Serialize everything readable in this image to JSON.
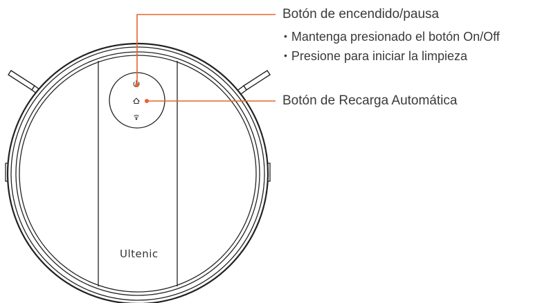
{
  "callouts": {
    "power": {
      "label": "Botón de encendido/pausa",
      "bullets": [
        "Mantenga presionado el botón On/Off",
        "Presione para iniciar la limpieza"
      ]
    },
    "recharge": {
      "label": "Botón de Recarga Automática"
    }
  },
  "device": {
    "brand": "Ultenic",
    "icons": [
      "power-icon",
      "home-icon",
      "wifi-icon"
    ]
  },
  "colors": {
    "accent": "#e8632b",
    "outline": "#222222",
    "text": "#3a3a3a"
  }
}
